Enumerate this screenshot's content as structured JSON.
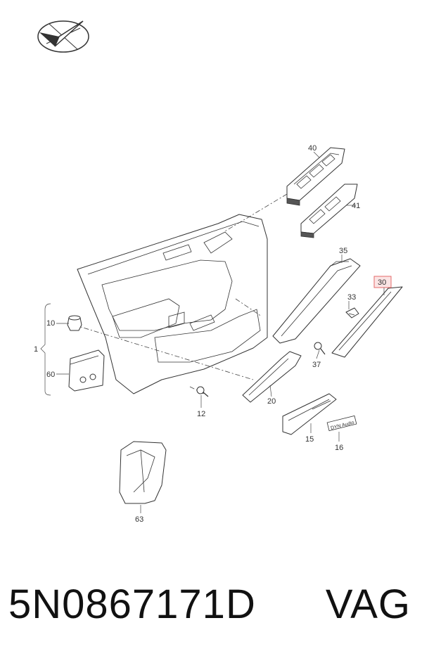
{
  "labels": {
    "l40": "40",
    "l41": "41",
    "l35": "35",
    "l33": "33",
    "l30": "30",
    "l10": "10",
    "l1": "1",
    "l60": "60",
    "l37": "37",
    "l20": "20",
    "l12": "12",
    "l15": "15",
    "l16": "16",
    "l63": "63"
  },
  "badge_text": "DYN Audio",
  "highlight_color": "#e46a6a",
  "caption": {
    "part_number": "5N0867171D",
    "brand": "VAG"
  }
}
